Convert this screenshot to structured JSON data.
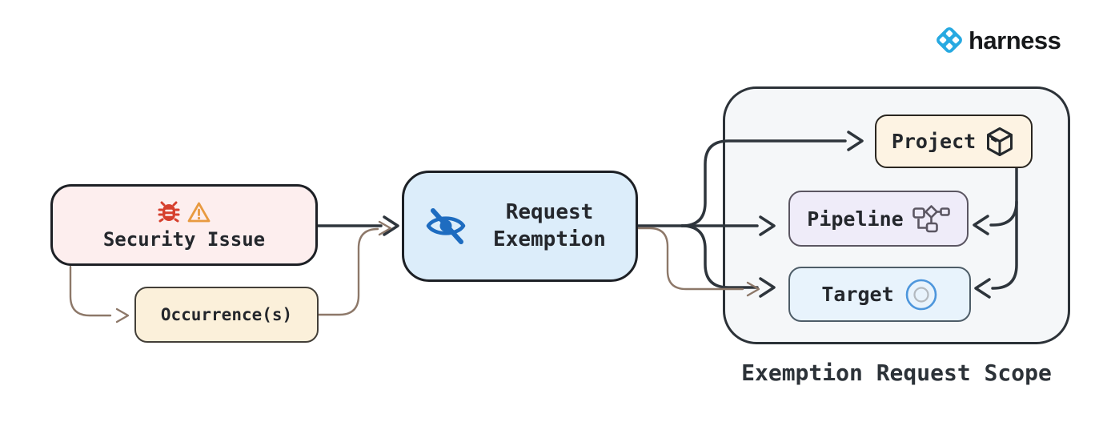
{
  "logo": {
    "brand": "harness",
    "icon": "harness-diamond-icon"
  },
  "nodes": {
    "security_issue": {
      "label": "Security Issue",
      "icons": [
        "bug-icon",
        "warning-icon"
      ]
    },
    "occurrence": {
      "label": "Occurrence(s)"
    },
    "request_exemption": {
      "label": "Request Exemption",
      "icon": "eye-off-icon"
    },
    "project": {
      "label": "Project",
      "icon": "package-cube-icon"
    },
    "pipeline": {
      "label": "Pipeline",
      "icon": "pipeline-graph-icon"
    },
    "target": {
      "label": "Target",
      "icon": "target-circle-icon"
    }
  },
  "scope": {
    "label": "Exemption Request Scope"
  },
  "edges": [
    {
      "from": "security_issue",
      "to": "request_exemption",
      "color": "black"
    },
    {
      "from": "security_issue",
      "to": "occurrence",
      "color": "brown"
    },
    {
      "from": "occurrence",
      "to": "request_exemption",
      "color": "brown"
    },
    {
      "from": "request_exemption",
      "to": "project",
      "color": "black"
    },
    {
      "from": "request_exemption",
      "to": "pipeline",
      "color": "black"
    },
    {
      "from": "request_exemption",
      "to": "target",
      "color": "black"
    },
    {
      "from": "request_exemption",
      "to": "target",
      "color": "brown"
    },
    {
      "from": "project",
      "to": "pipeline",
      "color": "black"
    },
    {
      "from": "project",
      "to": "target",
      "color": "black"
    }
  ],
  "colors": {
    "edge_black": "#2e353c",
    "edge_brown": "#8d7869",
    "brand_blue": "#27a9e1",
    "icon_blue": "#1e6cc0",
    "bug_red": "#d6402e",
    "warning_orange": "#e89a40",
    "security_fill": "#fdeeee",
    "occurrence_fill": "#fbf0da",
    "exemption_fill": "#dcedfa",
    "scope_fill": "#f5f7f9",
    "project_fill": "#fdf3e3",
    "pipeline_fill": "#efecf9",
    "target_fill": "#e8f3fc"
  }
}
